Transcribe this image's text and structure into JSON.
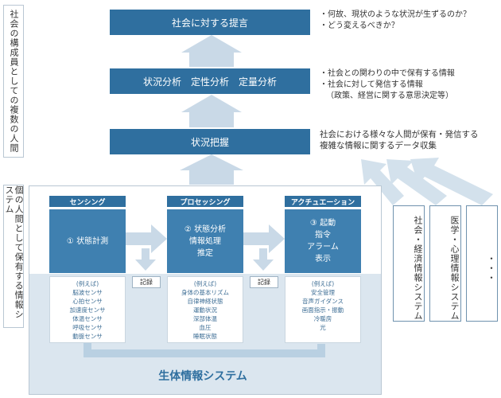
{
  "side_labels": {
    "upper": "社会の構成員としての複数の人間",
    "lower": "個の人間として保有する情報システム"
  },
  "top_boxes": {
    "proposal": "社会に対する提言",
    "analysis": "状況分析　定性分析　定量分析",
    "grasp": "状況把握"
  },
  "notes": {
    "proposal": [
      "・何故、現状のような状況が生ずるのか？",
      "・どう変えるべきか？"
    ],
    "analysis": [
      "・社会との関わりの中で保有する情報",
      "・社会に対して発信する情報",
      "（政策、経営に関する意思決定等）"
    ],
    "grasp": [
      "社会における様々な人間が保有・発信する",
      "複雑な情報に関するデータ収集"
    ]
  },
  "columns": [
    {
      "header": "センシング",
      "body": [
        "① 状態計測"
      ],
      "examples_title": "(例えば)",
      "examples": [
        "脳波センサ",
        "心拍センサ",
        "加速度センサ",
        "体温センサ",
        "呼吸センサ",
        "動脈センサ"
      ]
    },
    {
      "header": "プロセッシング",
      "body": [
        "② 状態分析",
        "情報処理",
        "推定"
      ],
      "examples_title": "(例えば)",
      "examples": [
        "身体の基本リズム",
        "自律神経状態",
        "運動状況",
        "深部体温",
        "血圧",
        "睡眠状態"
      ]
    },
    {
      "header": "アクチュエーション",
      "body": [
        "③ 起動",
        "指令",
        "アラーム",
        "表示"
      ],
      "examples_title": "(例えば)",
      "examples": [
        "安全管理",
        "音声ガイダンス",
        "画面指示・振動",
        "冷暖房",
        "光"
      ]
    }
  ],
  "record_label": "記録",
  "system_title": "生体情報システム",
  "side_systems": [
    "社会・経済情報システム",
    "医学・心理情報システム",
    "・・・"
  ],
  "colors": {
    "primary": "#2f6f9f",
    "body": "#3f80b0",
    "arrow": "#c9d9e7",
    "panel": "#dbe6ef"
  }
}
